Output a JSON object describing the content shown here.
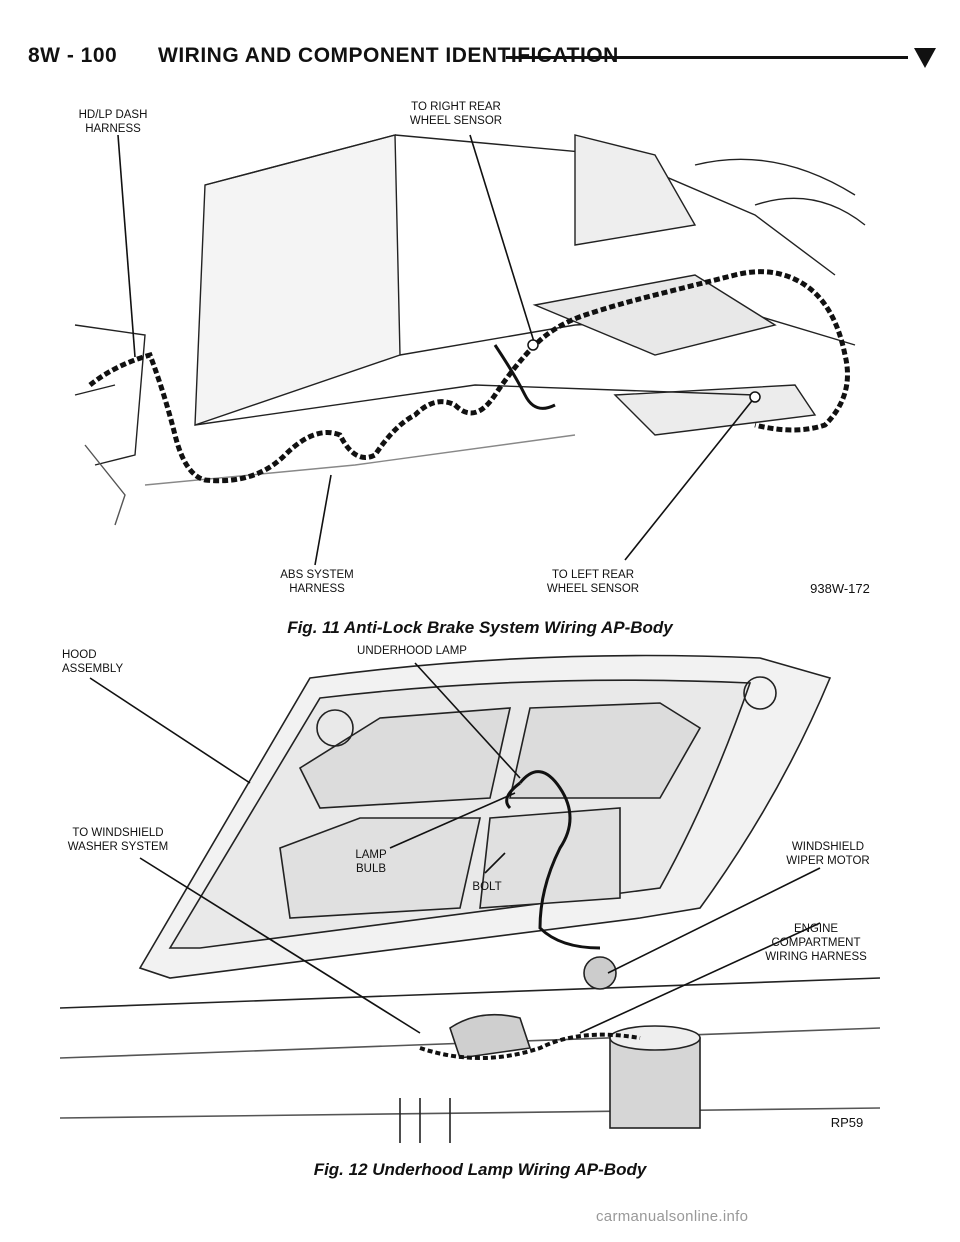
{
  "header": {
    "section": "8W - 100",
    "title": "WIRING AND COMPONENT IDENTIFICATION"
  },
  "figures": [
    {
      "caption": "Fig. 11 Anti-Lock Brake System Wiring AP-Body",
      "labels": {
        "hd_lp_dash": "HD/LP DASH\nHARNESS",
        "right_rear": "TO RIGHT REAR\nWHEEL SENSOR",
        "abs_system": "ABS SYSTEM\nHARNESS",
        "left_rear": "TO LEFT REAR\nWHEEL SENSOR",
        "code": "938W-172"
      }
    },
    {
      "caption": "Fig. 12 Underhood Lamp Wiring AP-Body",
      "labels": {
        "hood": "HOOD\nASSEMBLY",
        "underhood_lamp": "UNDERHOOD LAMP",
        "windshield_washer": "TO WINDSHIELD\nWASHER SYSTEM",
        "lamp_bulb": "LAMP\nBULB",
        "bolt": "BOLT",
        "wiper_motor": "WINDSHIELD\nWIPER MOTOR",
        "engine_harness": "ENGINE\nCOMPARTMENT\nWIRING HARNESS",
        "code": "RP59"
      }
    }
  ],
  "watermark": "carmanualsonline.info"
}
